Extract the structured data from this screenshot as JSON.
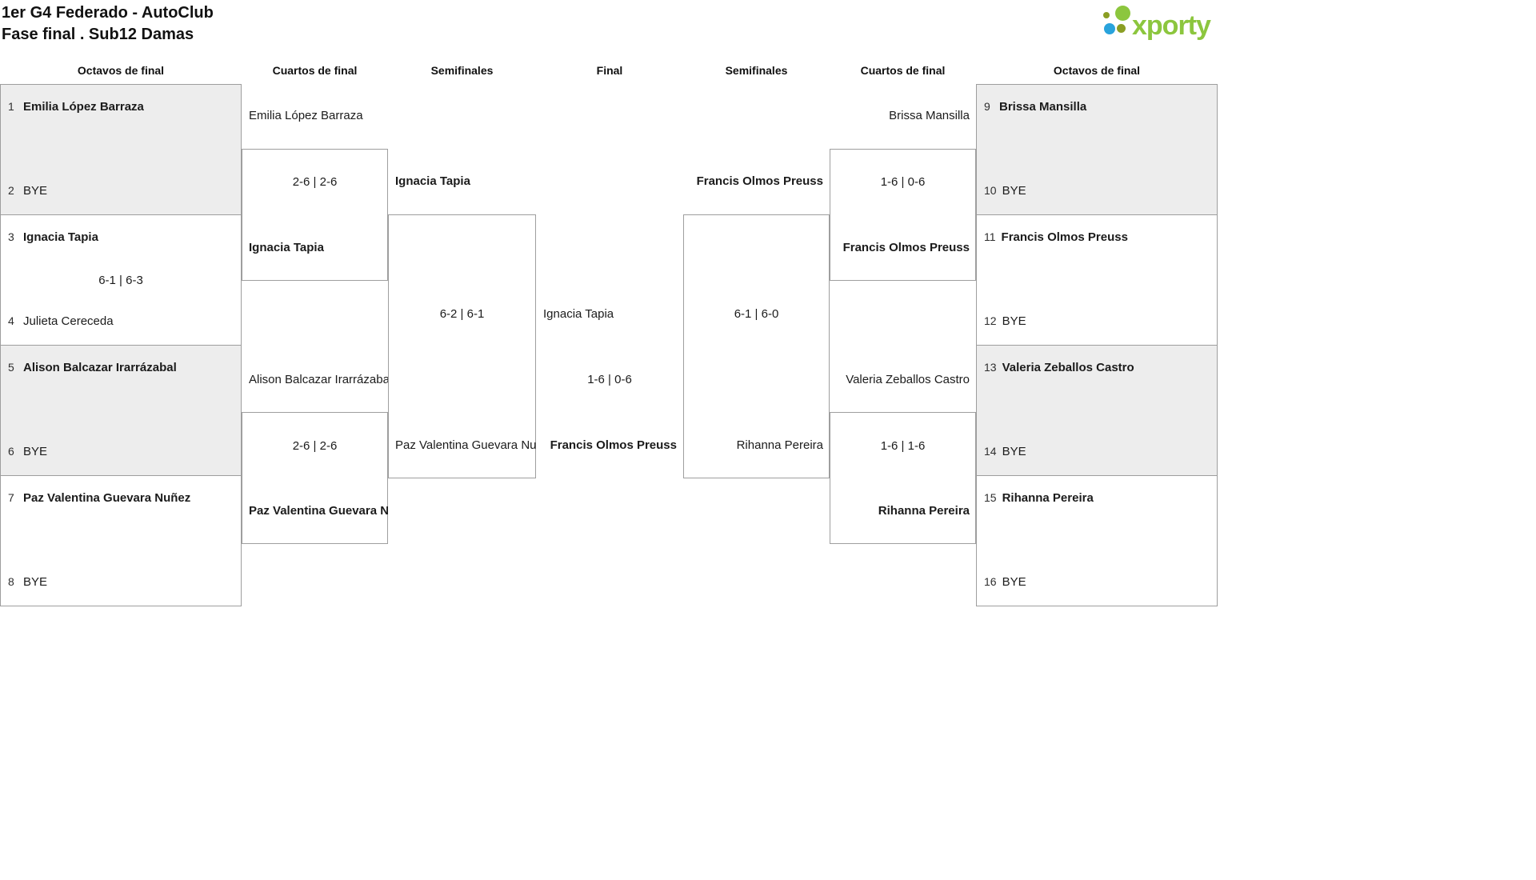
{
  "header": {
    "title_line1": "1er G4 Federado - AutoClub",
    "title_line2": "Fase final . Sub12 Damas"
  },
  "logo": {
    "text": "xporty"
  },
  "round_headers": {
    "left_r16": "Octavos de final",
    "left_qf": "Cuartos de final",
    "left_sf": "Semifinales",
    "final": "Final",
    "right_sf": "Semifinales",
    "right_qf": "Cuartos de final",
    "right_r16": "Octavos de final"
  },
  "left_r16": [
    {
      "top": {
        "seed": "1",
        "name": "Emilia López Barraza",
        "winner": true
      },
      "bottom": {
        "seed": "2",
        "name": "BYE",
        "winner": false
      },
      "score": ""
    },
    {
      "top": {
        "seed": "3",
        "name": "Ignacia Tapia",
        "winner": true
      },
      "bottom": {
        "seed": "4",
        "name": "Julieta Cereceda",
        "winner": false
      },
      "score": "6-1 | 6-3"
    },
    {
      "top": {
        "seed": "5",
        "name": "Alison Balcazar Irarrázabal",
        "winner": true
      },
      "bottom": {
        "seed": "6",
        "name": "BYE",
        "winner": false
      },
      "score": ""
    },
    {
      "top": {
        "seed": "7",
        "name": "Paz Valentina Guevara Nuñez",
        "winner": true
      },
      "bottom": {
        "seed": "8",
        "name": "BYE",
        "winner": false
      },
      "score": ""
    }
  ],
  "left_qf": [
    {
      "top": {
        "name": "Emilia López Barraza",
        "winner": false
      },
      "bottom": {
        "name": "Ignacia Tapia",
        "winner": true
      },
      "score": "2-6 | 2-6"
    },
    {
      "top": {
        "name": "Alison Balcazar Irarrázabal",
        "winner": false
      },
      "bottom": {
        "name": "Paz Valentina Guevara Nuñez",
        "winner": true
      },
      "score": "2-6 | 2-6"
    }
  ],
  "left_sf": {
    "top": {
      "name": "Ignacia Tapia",
      "winner": true
    },
    "bottom": {
      "name": "Paz Valentina Guevara Nuñez",
      "winner": false
    },
    "score": "6-2 | 6-1"
  },
  "final": {
    "top": {
      "name": "Ignacia Tapia",
      "winner": false
    },
    "bottom": {
      "name": "Francis Olmos Preuss",
      "winner": true
    },
    "score": "1-6 | 0-6"
  },
  "right_sf": {
    "top": {
      "name": "Francis Olmos Preuss",
      "winner": true
    },
    "bottom": {
      "name": "Rihanna Pereira",
      "winner": false
    },
    "score": "6-1 | 6-0"
  },
  "right_qf": [
    {
      "top": {
        "name": "Brissa Mansilla",
        "winner": false
      },
      "bottom": {
        "name": "Francis Olmos Preuss",
        "winner": true
      },
      "score": "1-6 | 0-6"
    },
    {
      "top": {
        "name": "Valeria Zeballos Castro",
        "winner": false
      },
      "bottom": {
        "name": "Rihanna Pereira",
        "winner": true
      },
      "score": "1-6 | 1-6"
    }
  ],
  "right_r16": [
    {
      "top": {
        "seed": "9",
        "name": "Brissa Mansilla",
        "winner": true
      },
      "bottom": {
        "seed": "10",
        "name": "BYE",
        "winner": false
      },
      "score": ""
    },
    {
      "top": {
        "seed": "11",
        "name": "Francis Olmos Preuss",
        "winner": true
      },
      "bottom": {
        "seed": "12",
        "name": "BYE",
        "winner": false
      },
      "score": ""
    },
    {
      "top": {
        "seed": "13",
        "name": "Valeria Zeballos Castro",
        "winner": true
      },
      "bottom": {
        "seed": "14",
        "name": "BYE",
        "winner": false
      },
      "score": ""
    },
    {
      "top": {
        "seed": "15",
        "name": "Rihanna Pereira",
        "winner": true
      },
      "bottom": {
        "seed": "16",
        "name": "BYE",
        "winner": false
      },
      "score": ""
    }
  ],
  "colors": {
    "brand_green": "#8cc63e",
    "brand_blue": "#29a3dc",
    "brand_olive": "#8b9e24",
    "box_fill": "#ededed",
    "line": "#9e9e9e"
  }
}
